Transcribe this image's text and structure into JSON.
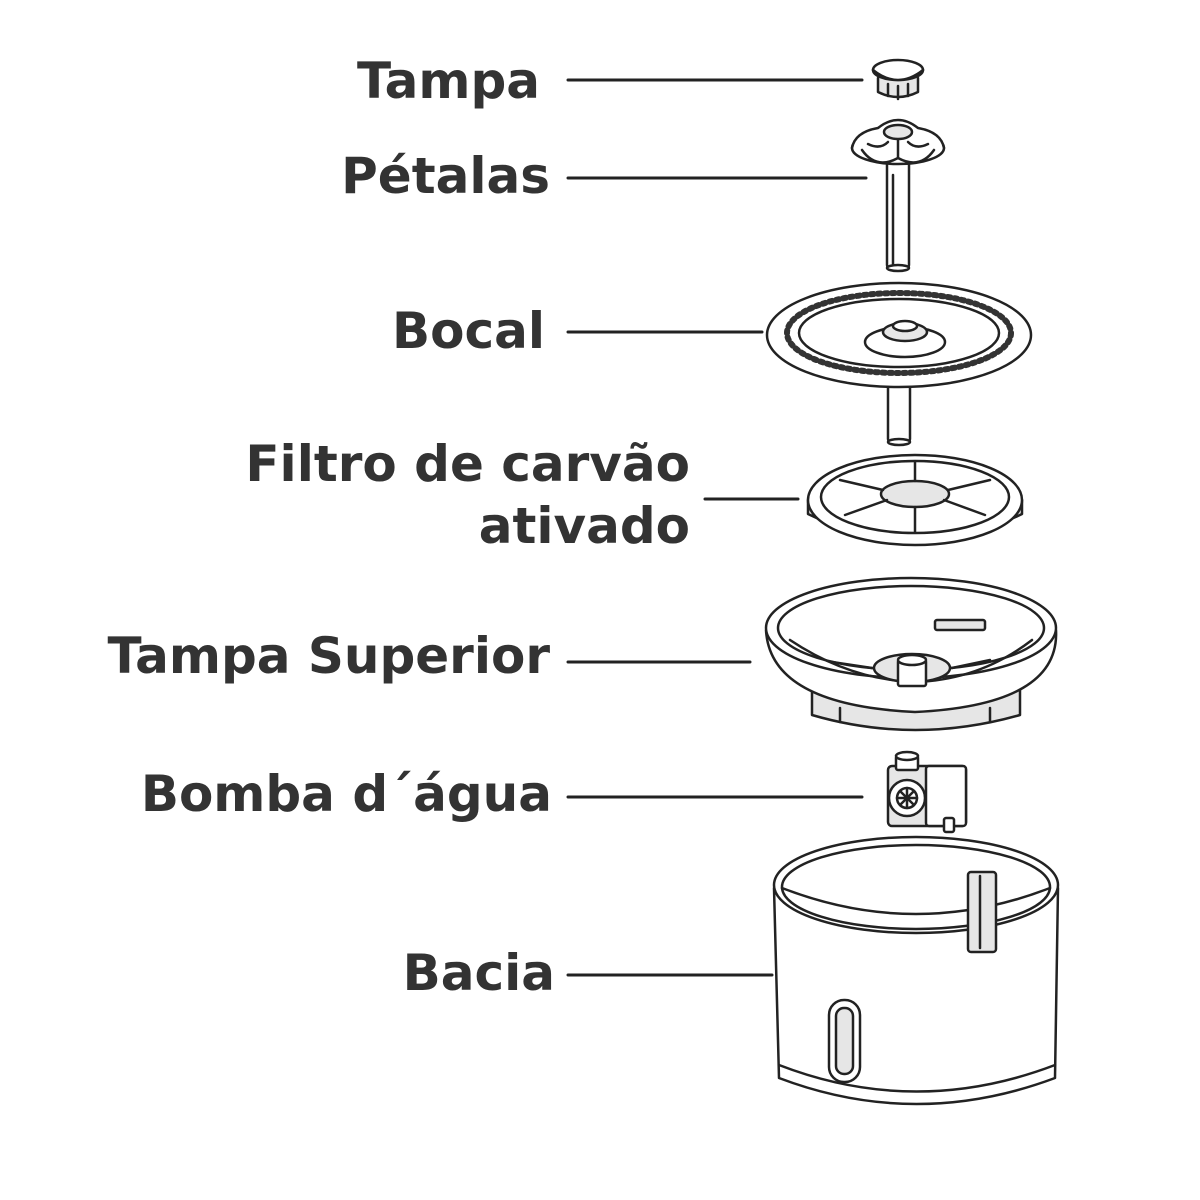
{
  "labels": {
    "tampa": "Tampa",
    "petalas": "Pétalas",
    "bocal": "Bocal",
    "filtro_line1": "Filtro de carvão",
    "filtro_line2": "ativado",
    "tampa_superior": "Tampa Superior",
    "bomba": "Bomba d´água",
    "bacia": "Bacia"
  },
  "colors": {
    "text": "#333333",
    "stroke": "#222222",
    "fill": "#ffffff",
    "shade": "#e6e6e6"
  }
}
